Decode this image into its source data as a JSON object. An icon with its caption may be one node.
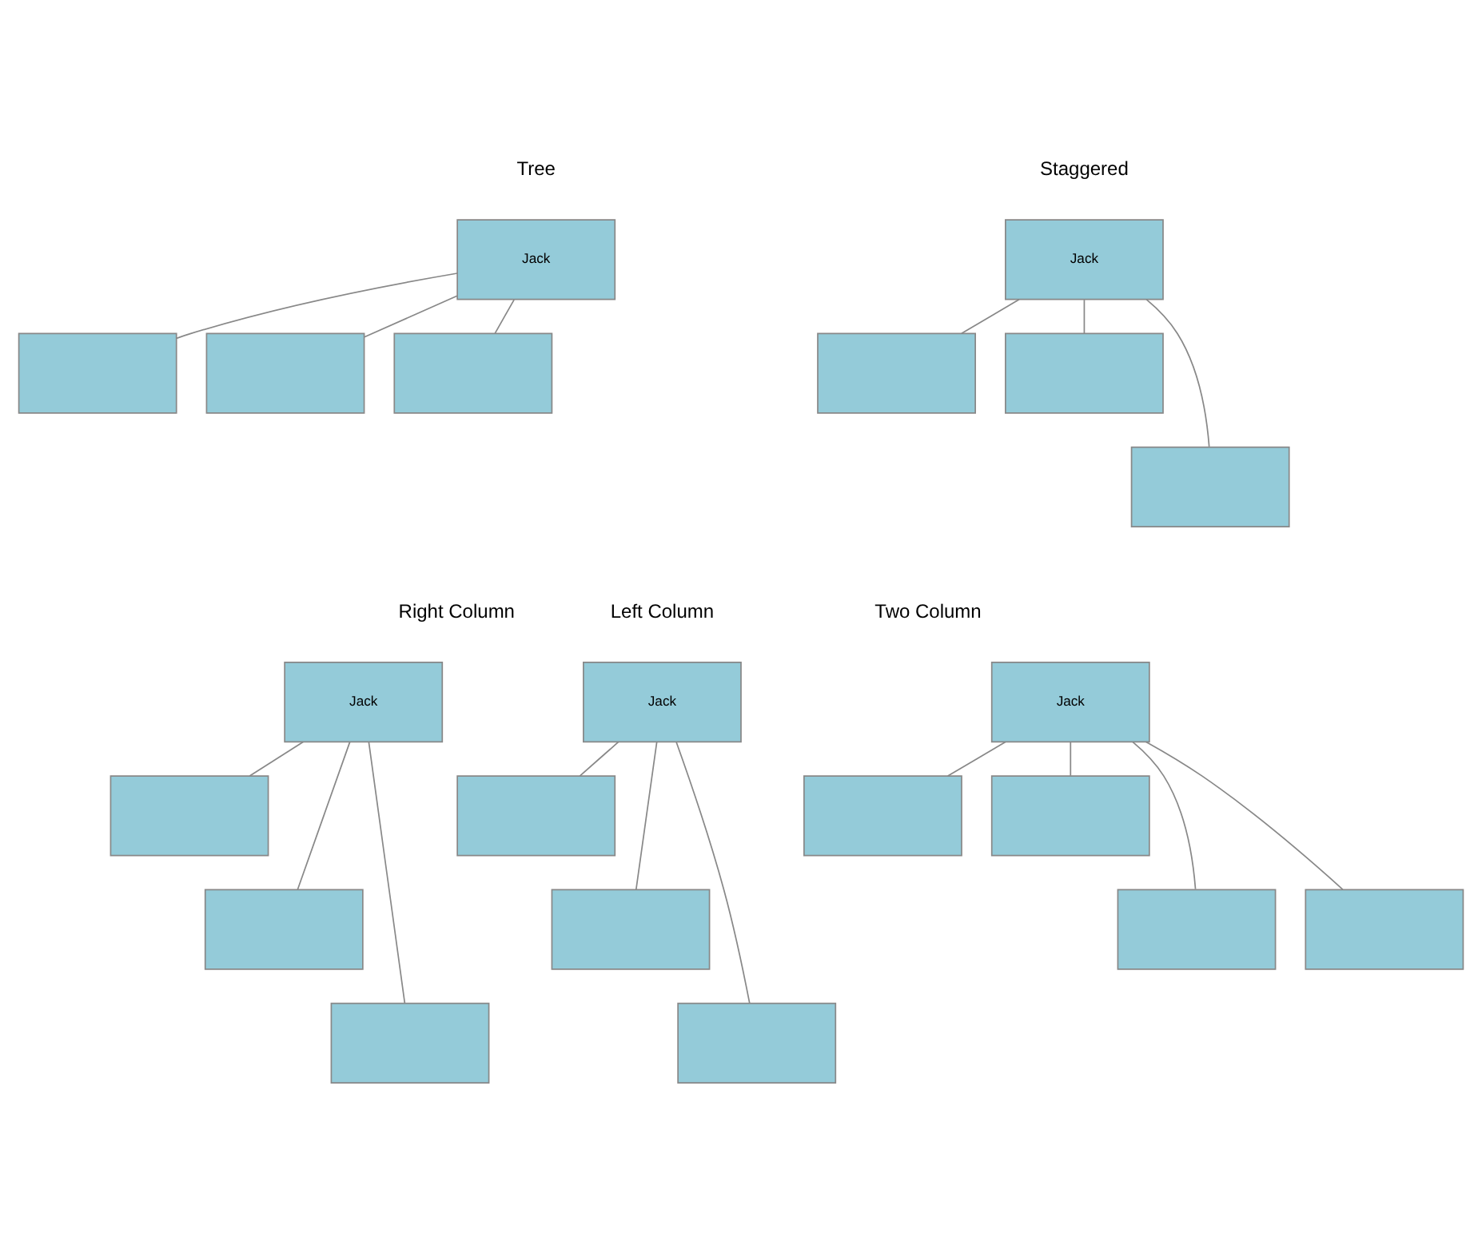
{
  "diagram": {
    "nodes": [
      {
        "text": [
          "Jack"
        ]
      },
      {
        "text": [],
        "shape": "box"
      },
      {
        "text": [],
        "shape": "box"
      },
      {
        "text": [],
        "shape": "box"
      },
      {
        "text": [
          "Jack"
        ]
      },
      {
        "text": [],
        "shape": "box"
      },
      {
        "text": [],
        "shape": "box"
      },
      {
        "text": [],
        "shape": "box"
      },
      {
        "text": [
          "Jack"
        ]
      },
      {
        "text": [],
        "shape": "box"
      },
      {
        "text": [],
        "shape": "box"
      },
      {
        "text": [],
        "shape": "box"
      },
      {
        "text": [
          "Jack"
        ]
      },
      {
        "text": [],
        "shape": "box"
      },
      {
        "text": [],
        "shape": "box"
      },
      {
        "text": [],
        "shape": "box"
      },
      {
        "text": [
          "Jack"
        ]
      },
      {
        "text": [],
        "shape": "box"
      },
      {
        "text": [],
        "shape": "box"
      },
      {
        "text": [],
        "shape": "box"
      },
      {
        "text": [],
        "shape": "box"
      }
    ],
    "edges": [
      {
        "from": 0,
        "to": 1,
        "arrow": "none"
      },
      {
        "from": 0,
        "to": 2,
        "arrow": "none"
      },
      {
        "from": 0,
        "to": 3,
        "arrow": "none"
      },
      {
        "from": 4,
        "to": 5,
        "arrow": "none"
      },
      {
        "from": 4,
        "to": 6,
        "arrow": "none"
      },
      {
        "from": 4,
        "to": 7,
        "arrow": "none"
      },
      {
        "from": 8,
        "to": 9,
        "arrow": "none"
      },
      {
        "from": 8,
        "to": 10,
        "arrow": "none"
      },
      {
        "from": 8,
        "to": 11,
        "arrow": "none"
      },
      {
        "from": 12,
        "to": 13,
        "arrow": "none"
      },
      {
        "from": 12,
        "to": 14,
        "arrow": "none"
      },
      {
        "from": 12,
        "to": 15,
        "arrow": "none"
      },
      {
        "from": 16,
        "to": 17,
        "arrow": "none"
      },
      {
        "from": 16,
        "to": 18,
        "arrow": "none"
      },
      {
        "from": 16,
        "to": 19,
        "arrow": "none"
      },
      {
        "from": 16,
        "to": 20,
        "arrow": "none"
      }
    ],
    "labels": [
      "Tree",
      "Staggered",
      "Right Column",
      "Left Column",
      "Two Column"
    ]
  }
}
